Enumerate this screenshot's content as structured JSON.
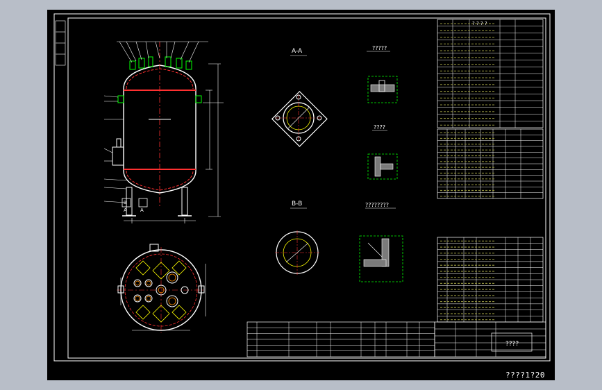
{
  "caption": "????1?20",
  "colors": {
    "sheet": "#000000",
    "outline": "#ffffff",
    "centerline": "#ff3030",
    "nozzle": "#00ff00",
    "hatch": "#ffff00",
    "table_text": "#ffff00"
  },
  "views": {
    "section_a": "A-A",
    "section_b": "B-B",
    "detail_1_title": "?????",
    "detail_2_title": "????",
    "detail_3_title": "????????"
  },
  "title_block_label": "????",
  "tech_table_title": "? ? ? ?"
}
